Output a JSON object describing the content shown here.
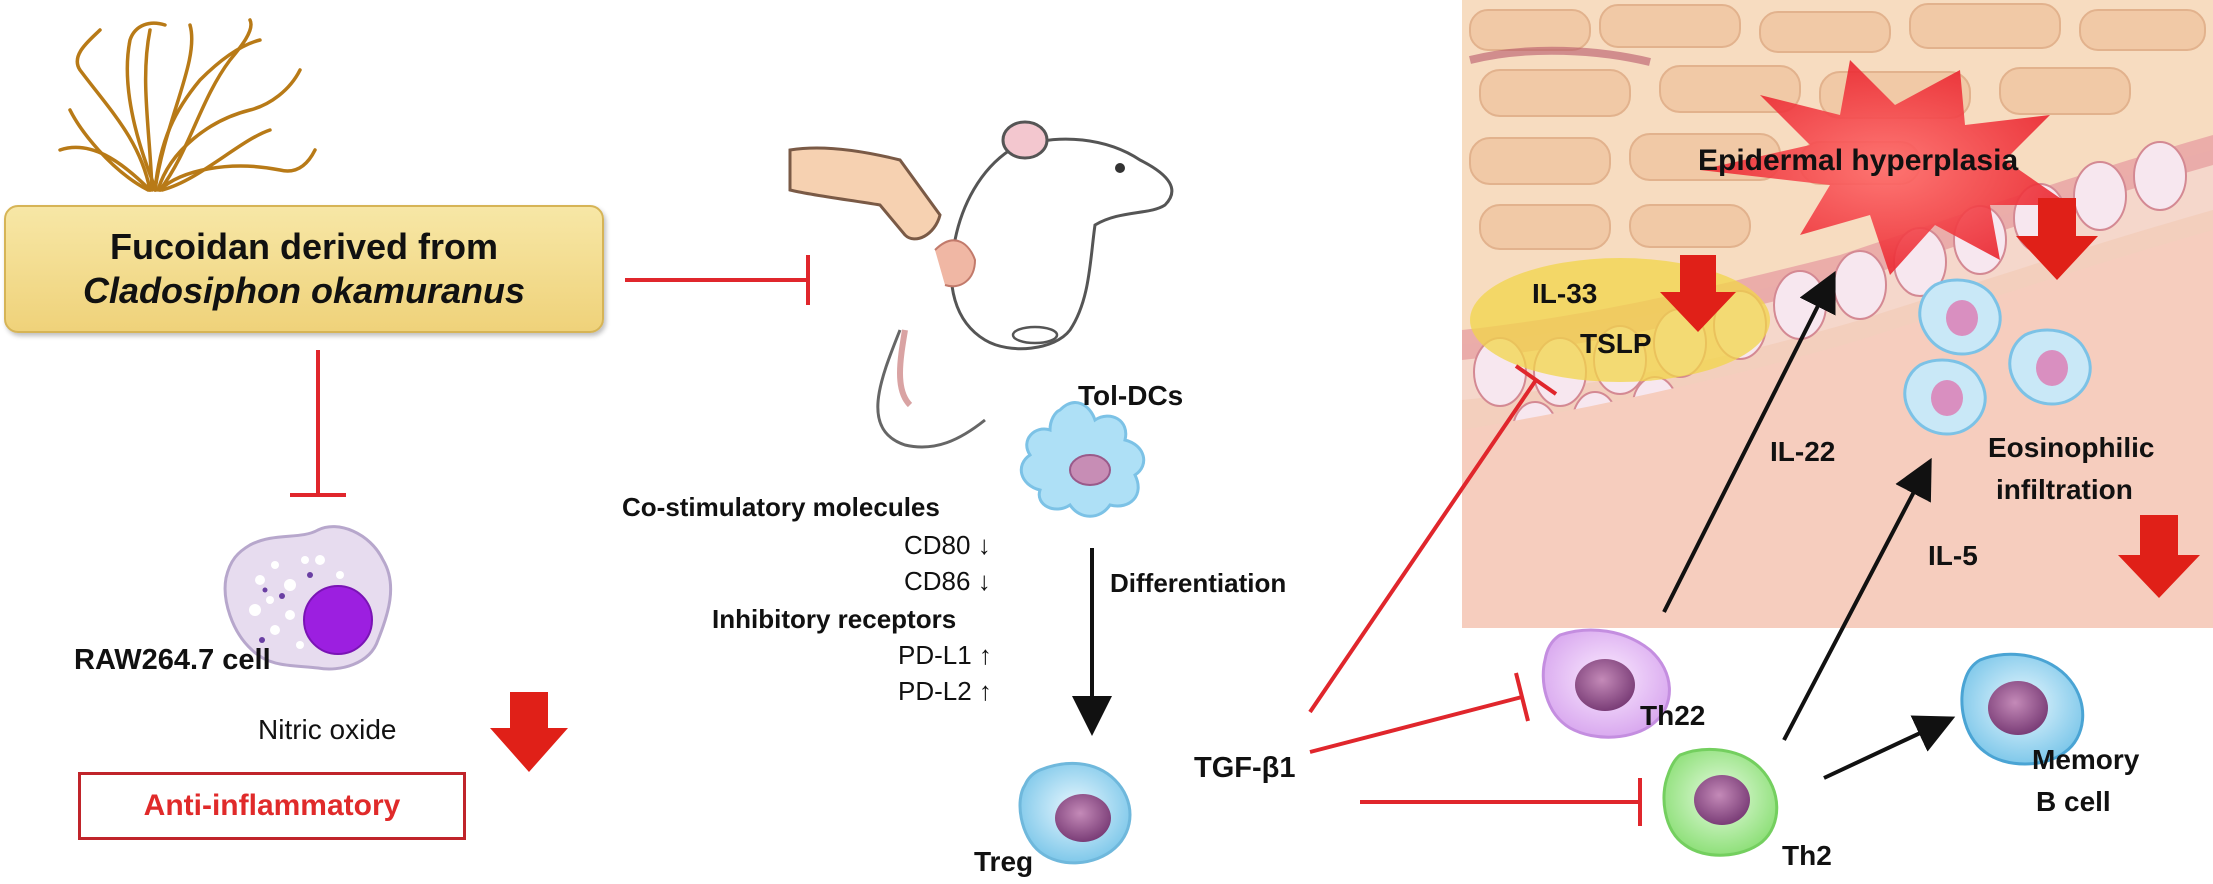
{
  "source": {
    "line1": "Fucoidan derived from",
    "line2": "Cladosiphon okamuranus"
  },
  "raw_cell": {
    "label": "RAW264.7 cell",
    "effect": "Nitric oxide"
  },
  "outcome": {
    "label": "Anti-inflammatory"
  },
  "dc": {
    "label": "Tol-DCs",
    "costim_header": "Co-stimulatory molecules",
    "costim": [
      "CD80 ↓",
      "CD86 ↓"
    ],
    "inhib_header": "Inhibitory receptors",
    "inhib": [
      "PD-L1 ↑",
      "PD-L2 ↑"
    ],
    "diff": "Differentiation"
  },
  "treg": {
    "label": "Treg",
    "cytokine": "TGF-β1"
  },
  "skin": {
    "hyperplasia": "Epidermal  hyperplasia",
    "il33": "IL-33",
    "tslp": "TSLP",
    "il22": "IL-22",
    "eos1": "Eosinophilic",
    "eos2": "infiltration",
    "il5": "IL-5"
  },
  "cells": {
    "th22": "Th22",
    "th2": "Th2",
    "memb1": "Memory",
    "memb2": "B cell"
  },
  "colors": {
    "inhibit": "#e0262c",
    "activate": "#111111",
    "down_arrow": "#e02018",
    "box_fill": "#f3dc8e",
    "skin": "#f4d3c2"
  }
}
